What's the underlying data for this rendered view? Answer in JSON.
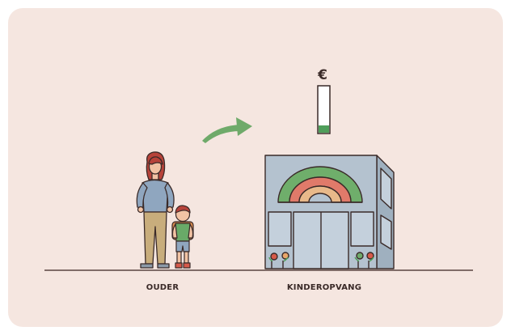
{
  "labels": {
    "parent": "OUDER",
    "daycare": "KINDEROPVANG"
  },
  "cost_indicator": {
    "currency_symbol": "€",
    "fill_fraction": 0.15
  },
  "icons": [
    "parent-figure",
    "child-figure",
    "flow-arrow-icon",
    "euro-icon",
    "cost-level-bar",
    "daycare-building",
    "rainbow-icon",
    "flower-pot-icon"
  ],
  "colors": {
    "card_background": "#f5e6e0",
    "arrow": "#6faa6a",
    "bar_fill": "#4f9e5a",
    "building": "#b4c2cf",
    "rainbow_outer": "#6fae6b",
    "rainbow_middle": "#e07a6a",
    "rainbow_inner": "#e8b98a"
  }
}
